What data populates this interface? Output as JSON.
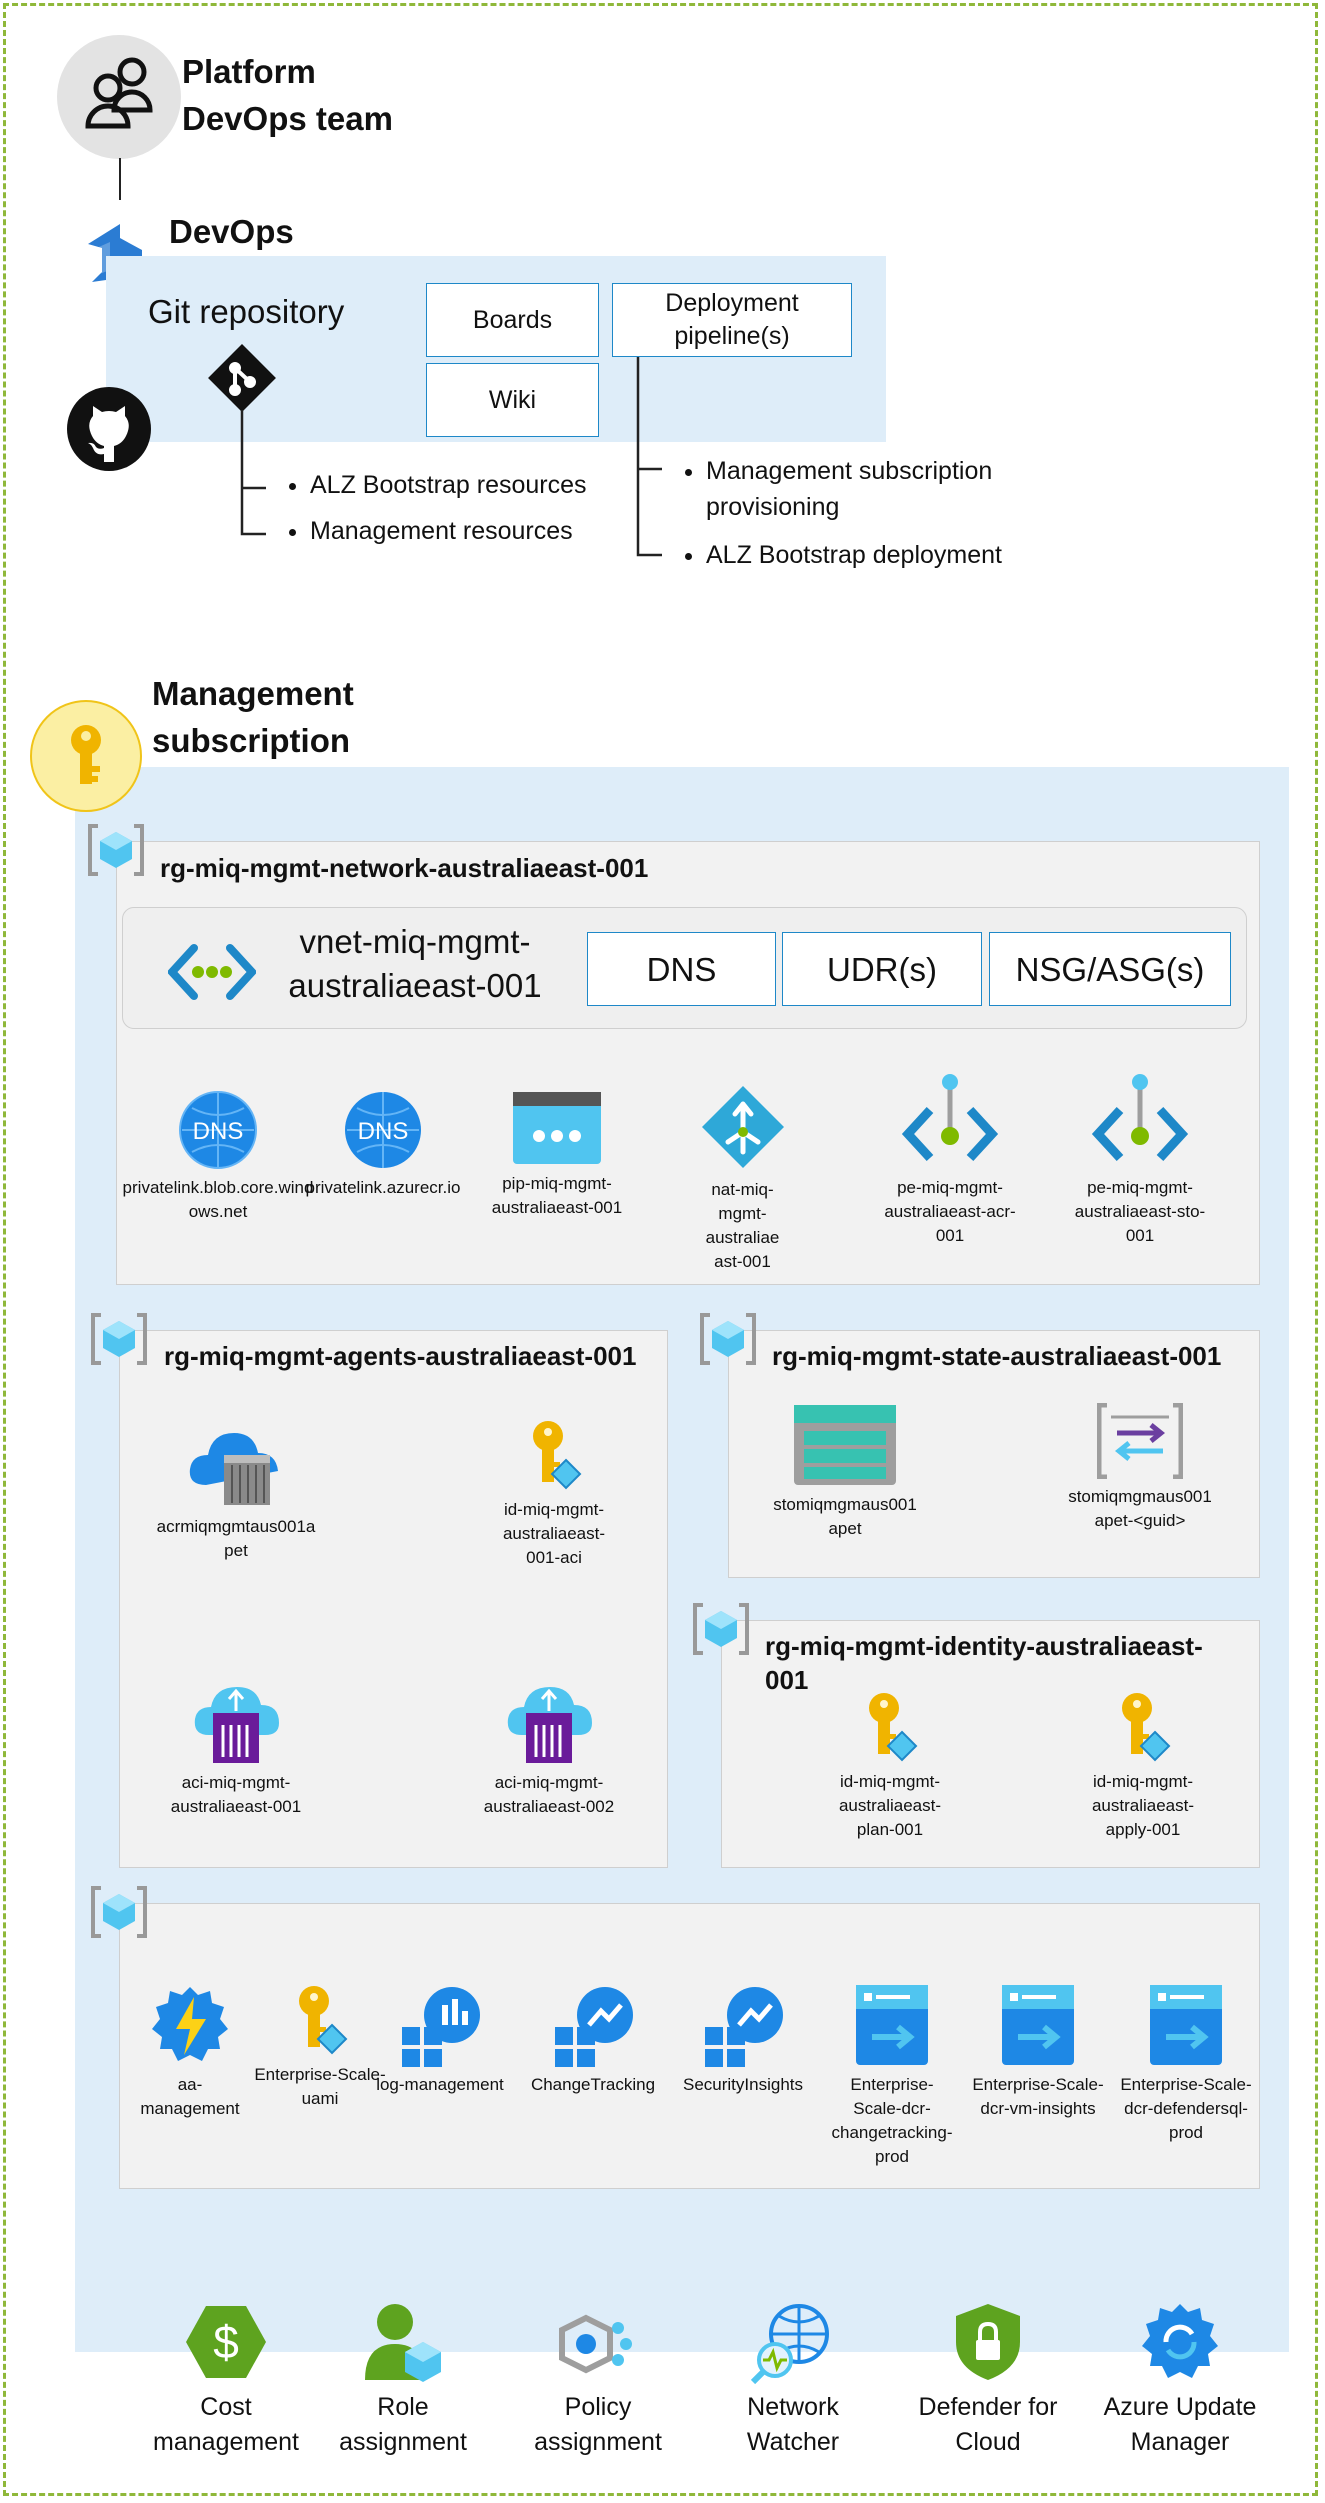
{
  "team": {
    "title_line1": "Platform",
    "title_line2": "DevOps team"
  },
  "devops": {
    "title": "DevOps",
    "git_repository": "Git repository",
    "boards": "Boards",
    "wiki": "Wiki",
    "deployment_pipelines": "Deployment pipeline(s)",
    "repo_items": [
      "ALZ Bootstrap resources",
      "Management resources"
    ],
    "pipeline_items": [
      "Management subscription provisioning",
      "ALZ Bootstrap deployment"
    ]
  },
  "subscription": {
    "title_line1": "Management",
    "title_line2": "subscription"
  },
  "rg_network": {
    "title": "rg-miq-mgmt-network-australiaeast-001",
    "vnet": "vnet-miq-mgmt-australiaeast-001",
    "dns": "DNS",
    "udr": "UDR(s)",
    "nsg": "NSG/ASG(s)",
    "resources": [
      {
        "label": "privatelink.blob.core.windows.net",
        "icon": "dns-zone-icon"
      },
      {
        "label": "privatelink.azurecr.io",
        "icon": "dns-zone-icon"
      },
      {
        "label": "pip-miq-mgmt-australiaeast-001",
        "icon": "public-ip-icon"
      },
      {
        "label": "nat-miq-mgmt-australiaeast-001",
        "icon": "nat-gateway-icon"
      },
      {
        "label": "pe-miq-mgmt-australiaeast-acr-001",
        "icon": "private-endpoint-icon"
      },
      {
        "label": "pe-miq-mgmt-australiaeast-sto-001",
        "icon": "private-endpoint-icon"
      }
    ]
  },
  "rg_agents": {
    "title": "rg-miq-mgmt-agents-australiaeast-001",
    "resources": [
      {
        "label": "acrmiqmgmtaus001apet",
        "icon": "container-registry-icon"
      },
      {
        "label": "id-miq-mgmt-australiaeast-001-aci",
        "icon": "managed-identity-icon"
      },
      {
        "label": "aci-miq-mgmt-australiaeast-001",
        "icon": "container-instance-icon"
      },
      {
        "label": "aci-miq-mgmt-australiaeast-002",
        "icon": "container-instance-icon"
      }
    ]
  },
  "rg_state": {
    "title": "rg-miq-mgmt-state-australiaeast-001",
    "resources": [
      {
        "label": "stomiqmgmaus001apet",
        "icon": "storage-account-icon"
      },
      {
        "label": "stomiqmgmaus001apet-<guid>",
        "icon": "storage-container-icon"
      }
    ]
  },
  "rg_identity": {
    "title": "rg-miq-mgmt-identity-australiaeast-001",
    "resources": [
      {
        "label": "id-miq-mgmt-australiaeast-plan-001",
        "icon": "managed-identity-icon"
      },
      {
        "label": "id-miq-mgmt-australiaeast-apply-001",
        "icon": "managed-identity-icon"
      }
    ]
  },
  "rg_management": {
    "resources": [
      {
        "label": "aa-management",
        "icon": "automation-account-icon"
      },
      {
        "label": "Enterprise-Scale-uami",
        "icon": "managed-identity-icon"
      },
      {
        "label": "log-management",
        "icon": "log-analytics-icon"
      },
      {
        "label": "ChangeTracking",
        "icon": "solution-icon"
      },
      {
        "label": "SecurityInsights",
        "icon": "solution-icon"
      },
      {
        "label": "Enterprise-Scale-dcr-changetracking-prod",
        "icon": "data-collection-rule-icon"
      },
      {
        "label": "Enterprise-Scale-dcr-vm-insights",
        "icon": "data-collection-rule-icon"
      },
      {
        "label": "Enterprise-Scale-dcr-defendersql-prod",
        "icon": "data-collection-rule-icon"
      }
    ]
  },
  "services": [
    {
      "label": "Cost management",
      "icon": "cost-management-icon"
    },
    {
      "label": "Role assignment",
      "icon": "role-assignment-icon"
    },
    {
      "label": "Policy assignment",
      "icon": "policy-icon"
    },
    {
      "label": "Network Watcher",
      "icon": "network-watcher-icon"
    },
    {
      "label": "Defender for Cloud",
      "icon": "defender-icon"
    },
    {
      "label": "Azure Update Manager",
      "icon": "update-manager-icon"
    }
  ],
  "colors": {
    "border": "#8fb83a",
    "accent": "#1e88c8",
    "light_blue": "#deedf9",
    "rg_gray": "#f2f2f2"
  }
}
